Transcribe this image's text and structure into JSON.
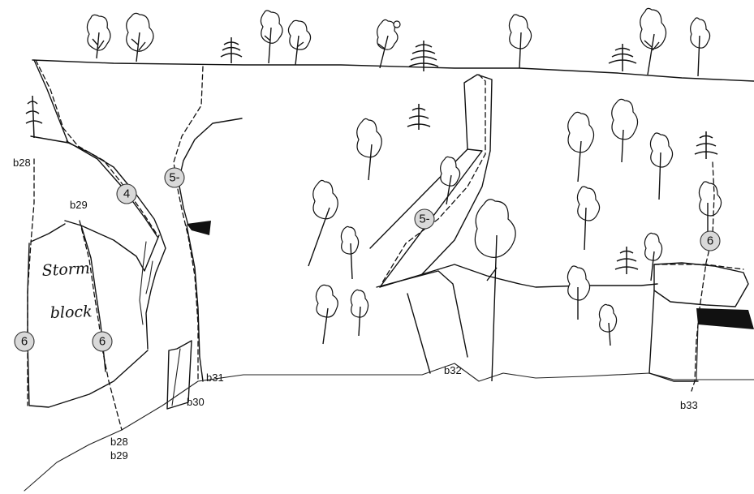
{
  "boulder_name": [
    "Storm",
    "block"
  ],
  "grades": {
    "g1": "4",
    "g2": "5-",
    "g3": "5-",
    "g4": "6",
    "g5": "6",
    "g6": "6"
  },
  "route_labels": {
    "b28": "b28",
    "b29": "b29",
    "b30": "b30",
    "b31": "b31",
    "b32": "b32",
    "b33": "b33",
    "b28_bottom": "b28",
    "b29_bottom": "b29"
  },
  "colors": {
    "ink": "#111111",
    "grade_marker": "#d9d9d9",
    "background": "#ffffff"
  }
}
